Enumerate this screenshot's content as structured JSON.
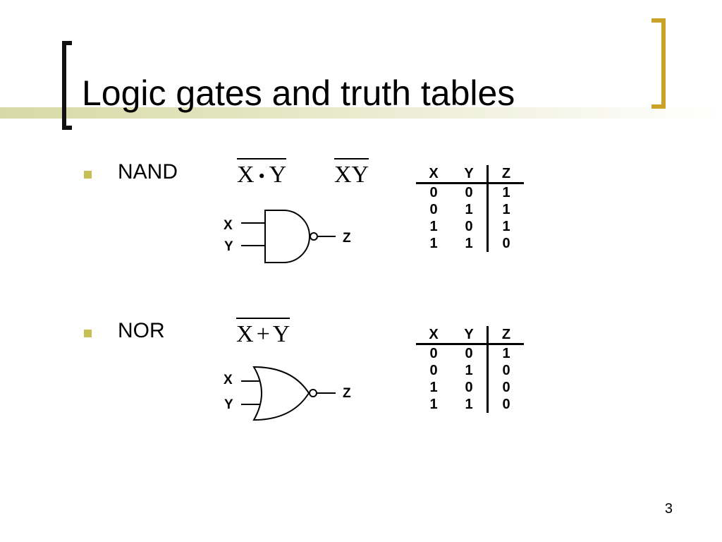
{
  "slide": {
    "title": "Logic gates and truth tables",
    "page_number": "3",
    "accent_color": "#c9a227",
    "bullet_color": "#c8bf54"
  },
  "nand": {
    "label": "NAND",
    "expr1_left": "X",
    "expr1_op": "•",
    "expr1_right": "Y",
    "expr2": "XY",
    "input_x": "X",
    "input_y": "Y",
    "output_z": "Z",
    "headers": [
      "X",
      "Y",
      "Z"
    ],
    "rows": [
      [
        "0",
        "0",
        "1"
      ],
      [
        "0",
        "1",
        "1"
      ],
      [
        "1",
        "0",
        "1"
      ],
      [
        "1",
        "1",
        "0"
      ]
    ]
  },
  "nor": {
    "label": "NOR",
    "expr_left": "X",
    "expr_op": "+",
    "expr_right": "Y",
    "input_x": "X",
    "input_y": "Y",
    "output_z": "Z",
    "headers": [
      "X",
      "Y",
      "Z"
    ],
    "rows": [
      [
        "0",
        "0",
        "1"
      ],
      [
        "0",
        "1",
        "0"
      ],
      [
        "1",
        "0",
        "0"
      ],
      [
        "1",
        "1",
        "0"
      ]
    ]
  }
}
